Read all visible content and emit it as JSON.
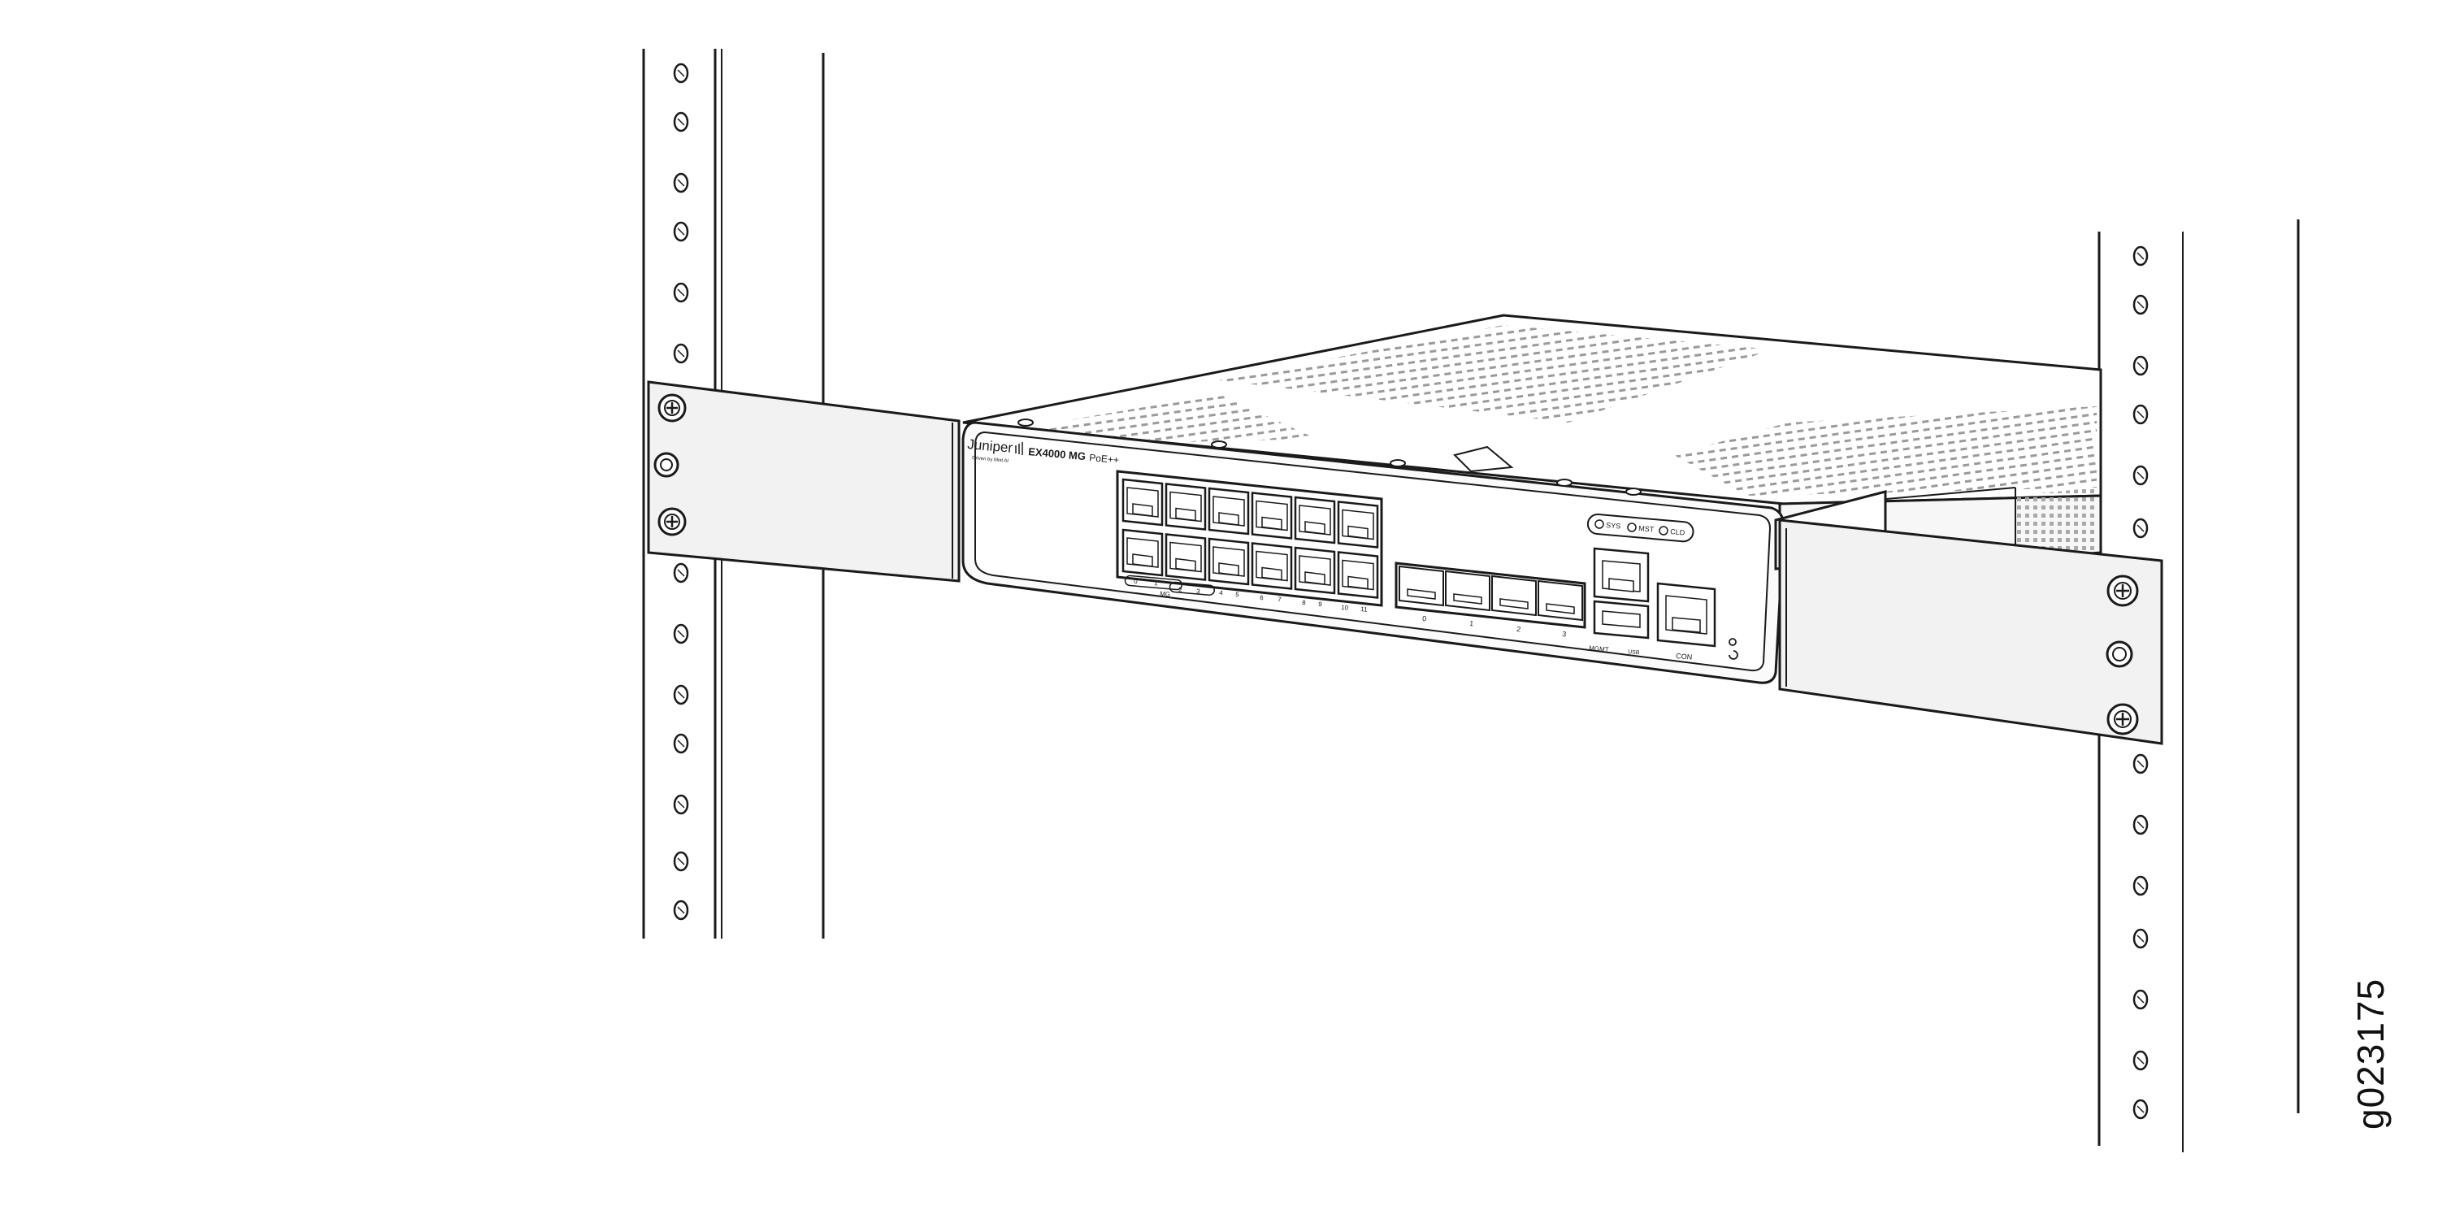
{
  "figure": {
    "id_label": "g023175"
  },
  "device": {
    "brand": "Juniper",
    "brand_tagline": "Driven by Mist AI",
    "model": "EX4000 MG",
    "model_suffix": "PoE++",
    "led_labels": [
      "SYS",
      "MST",
      "CLD"
    ],
    "rj45_port_labels": [
      "0",
      "1",
      "MG",
      "2",
      "3",
      "4",
      "5",
      "6",
      "7",
      "8",
      "9",
      "10",
      "11"
    ],
    "sfp_port_labels": [
      "0",
      "1",
      "2",
      "3"
    ],
    "mgmt_label": "MGMT",
    "usb_label": "USB",
    "console_label": "CON"
  },
  "colors": {
    "line": "#1a1a1a",
    "bracket_fill": "#f2f2f2",
    "chassis_fill": "#fafafa",
    "top_fill": "#ffffff"
  }
}
